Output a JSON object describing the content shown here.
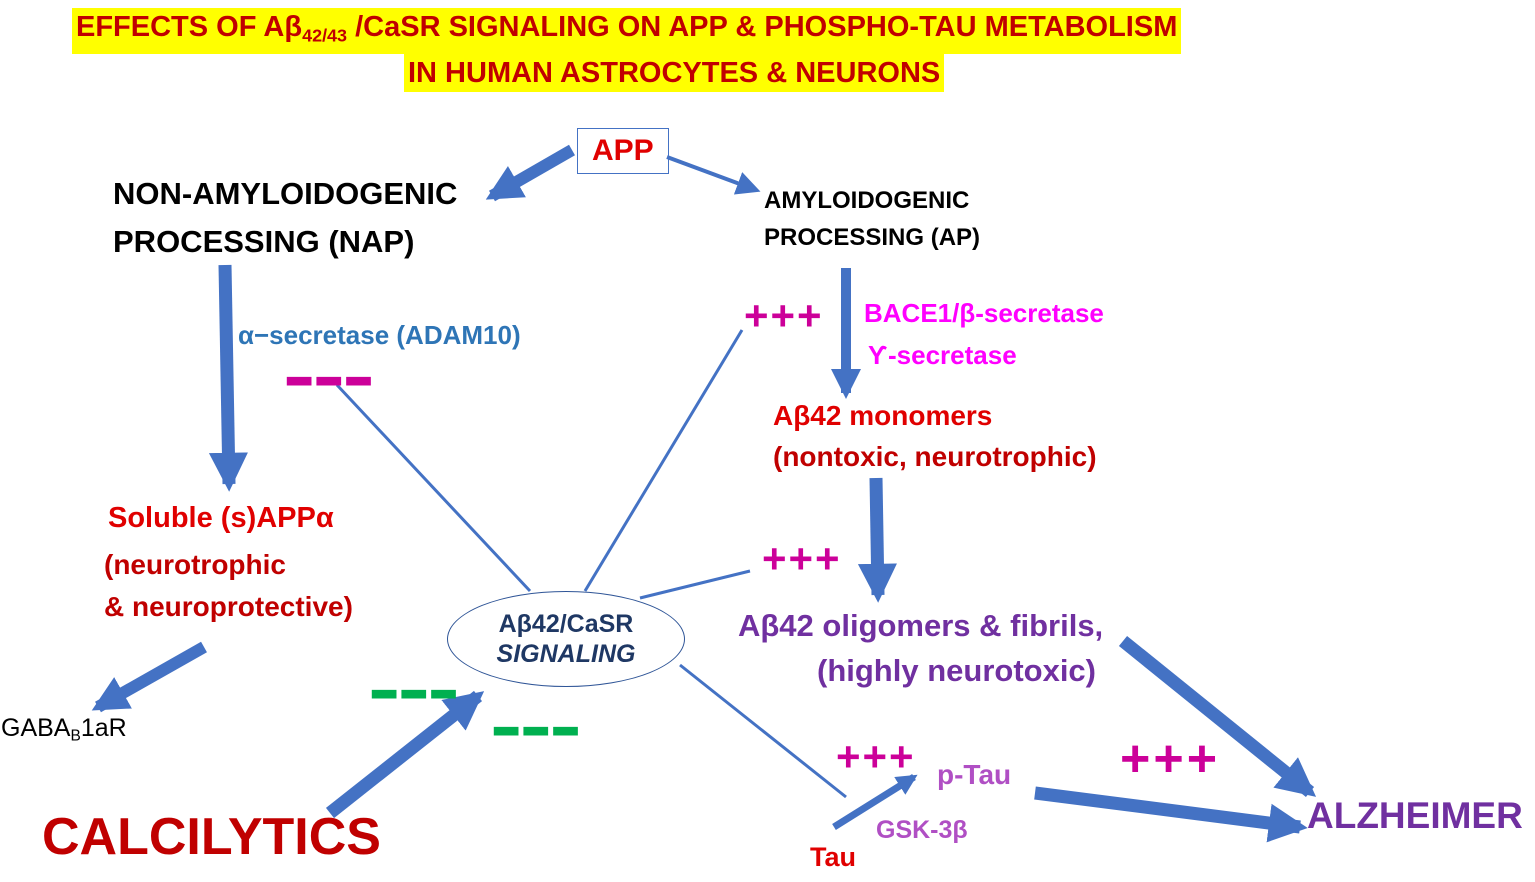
{
  "title": {
    "line1_prefix": "EFFECTS OF Aβ",
    "line1_sub": "42/43",
    "line1_suffix": " /CaSR SIGNALING ON APP & PHOSPHO-TAU METABOLISM",
    "line2": "IN HUMAN ASTROCYTES & NEURONS"
  },
  "nodes": {
    "app": "APP",
    "nap_line1": "NON-AMYLOIDOGENIC",
    "nap_line2": "PROCESSING (NAP)",
    "ap_line1": "AMYLOIDOGENIC",
    "ap_line2": "PROCESSING (AP)",
    "alpha_secretase": "α−secretase (ADAM10)",
    "bace1": "BACE1/β-secretase",
    "gamma_secretase": "Ƴ-secretase",
    "monomers_line1": "Aβ42 monomers",
    "monomers_line2": "(nontoxic, neurotrophic)",
    "sapp_line1": "Soluble (s)APPα",
    "sapp_line2": "(neurotrophic",
    "sapp_line3": "& neuroprotective)",
    "gaba_prefix": "GABA",
    "gaba_sub": "B",
    "gaba_suffix": "1aR",
    "signaling_line1": "Aβ42/CaSR",
    "signaling_line2": "SIGNALING",
    "oligomers_line1": "Aβ42 oligomers & fibrils,",
    "oligomers_line2": "(highly neurotoxic)",
    "ptau": "p-Tau",
    "tau": "Tau",
    "gsk": "GSK-3β",
    "alzheimer": "ALZHEIMER",
    "calcilytics": "CALCILYTICS"
  },
  "signs": {
    "plus_bace": "+++",
    "plus_oligo": "+++",
    "plus_ptau": "+++",
    "plus_alz": "+++",
    "minus_alpha": "---",
    "minus_calc_left": "---",
    "minus_calc_right": "---"
  },
  "colors": {
    "arrow": "#4472c4",
    "title_bg": "#ffff00",
    "title_text": "#c00000",
    "red": "#e00000",
    "dark_red": "#c00000",
    "magenta": "#ff00ff",
    "plus": "#cc0099",
    "green": "#00b050",
    "purple": "#7030a0",
    "ptau": "#b04fc4",
    "alpha_blue": "#2e75b6"
  }
}
